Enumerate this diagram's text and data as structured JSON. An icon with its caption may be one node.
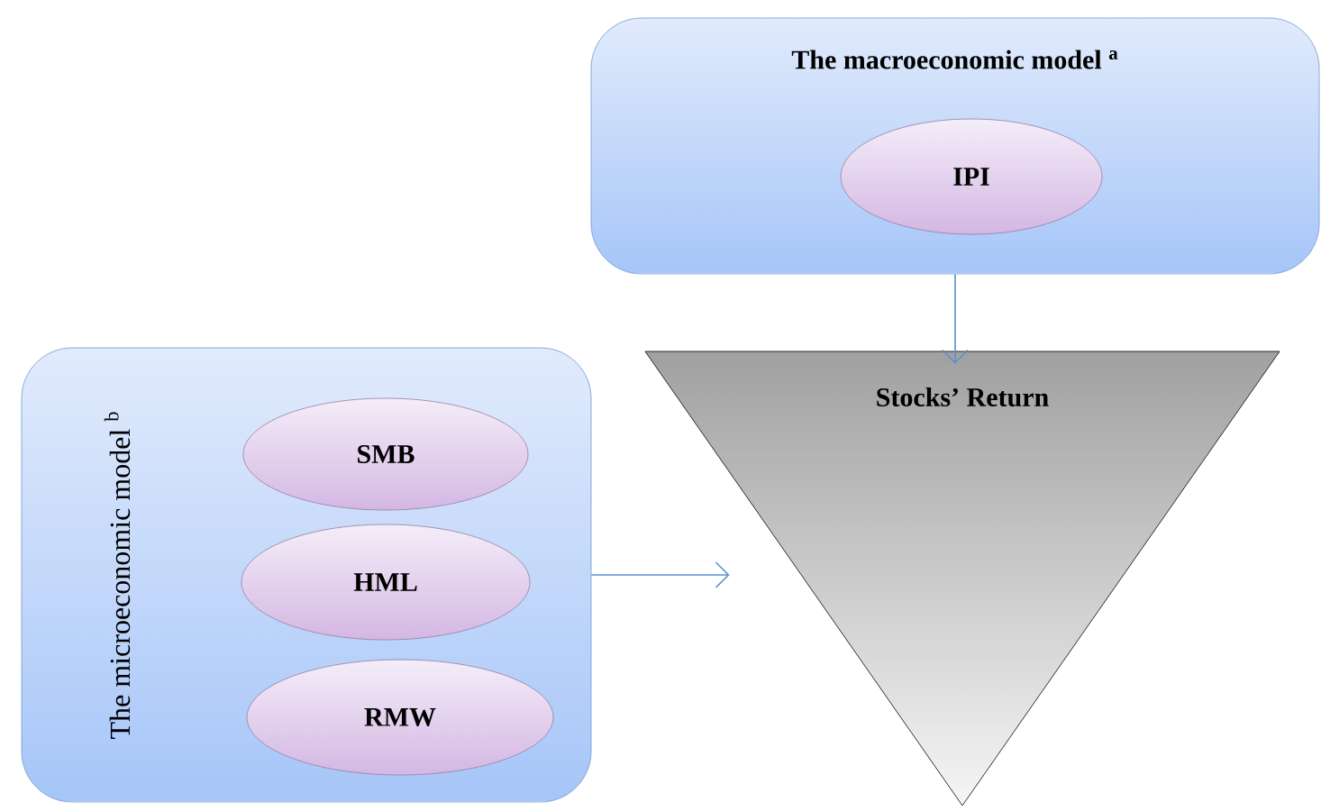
{
  "diagram": {
    "nodes": [
      {
        "text": [
          "The macroeconomic model $^{a}$"
        ]
      },
      {
        "text": [
          "IPI"
        ],
        "in": 0
      },
      {
        "text": [
          "Stocks’ Return"
        ]
      },
      {
        "text": [
          "The microeconomic model $^{b}$"
        ]
      },
      {
        "text": [
          "SMB"
        ],
        "in": 3
      },
      {
        "text": [
          "HML"
        ],
        "in": 3
      },
      {
        "text": [
          "RMW"
        ],
        "in": 3
      }
    ],
    "edges": [
      {
        "from": 0,
        "to": 2,
        "arrow": "to"
      },
      {
        "from": 3,
        "to": 2,
        "arrow": "to"
      }
    ]
  }
}
